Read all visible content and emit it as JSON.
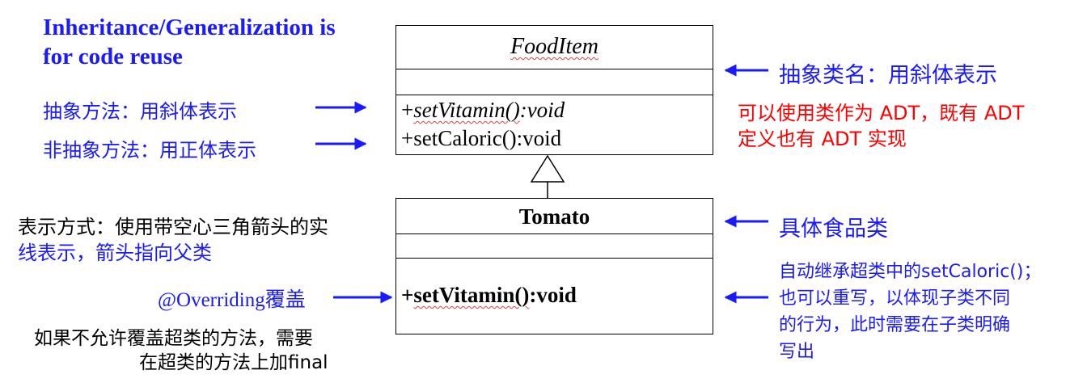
{
  "title": {
    "line1": "Inheritance/Generalization is",
    "line2": "for code reuse"
  },
  "left_notes": {
    "abstract_method": "抽象方法：用斜体表示",
    "concrete_method": "非抽象方法：用正体表示",
    "notation_line1": "表示方式：使用带空心三角箭头的实",
    "notation_line2": "线表示，箭头指向父类",
    "overriding": "@Overriding覆盖",
    "final_line1": "如果不允许覆盖超类的方法，需要",
    "final_line2": "在超类的方法上加final"
  },
  "food_item": {
    "name": "FoodItem",
    "method1_prefix": "+",
    "method1_name": "setVitamin()",
    "method1_suffix": ":void",
    "method2": "+setCaloric():void"
  },
  "tomato": {
    "name": "Tomato",
    "method_prefix": "+",
    "method_name": "setVitamin()",
    "method_suffix": ":void"
  },
  "right_notes": {
    "abstract_class": "抽象类名：用斜体表示",
    "adt_line1": "可以使用类作为 ADT，既有 ADT",
    "adt_line2": "定义也有 ADT 实现",
    "concrete_class": "具体食品类",
    "inherit_line1": "自动继承超类中的setCaloric()；",
    "inherit_line2": "也可以重写，以体现子类不同",
    "inherit_line3": "的行为，此时需要在子类明确",
    "inherit_line4": "写出"
  },
  "colors": {
    "note_blue": "#1a1aff",
    "note_red": "#ff0000",
    "text_black": "#000000"
  }
}
